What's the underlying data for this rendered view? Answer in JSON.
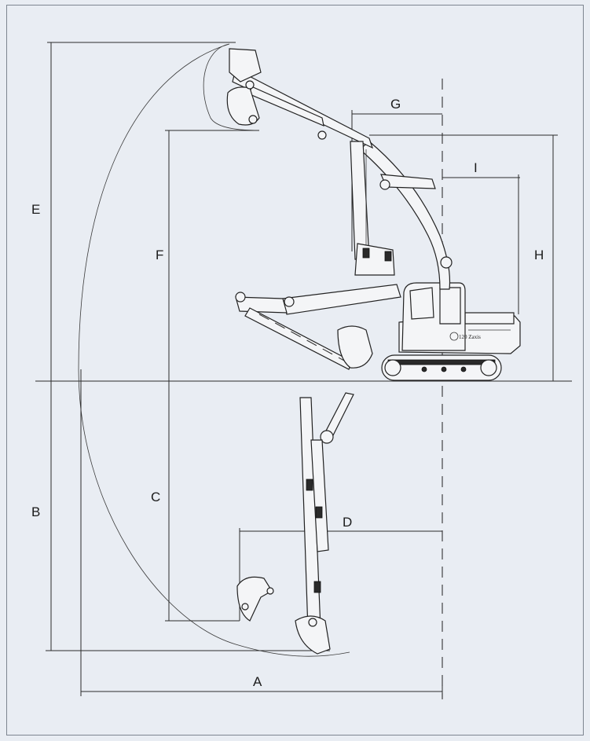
{
  "diagram": {
    "dimension_labels": {
      "A": "A",
      "B": "B",
      "C": "C",
      "D": "D",
      "E": "E",
      "F": "F",
      "G": "G",
      "H": "H",
      "I": "I"
    },
    "cab_badge": "120 Zaxis"
  },
  "colors": {
    "background": "#e9edf3",
    "line": "#2b2b2b",
    "machine_fill": "#f4f5f7",
    "dark_parts": "#2a2a2a"
  }
}
